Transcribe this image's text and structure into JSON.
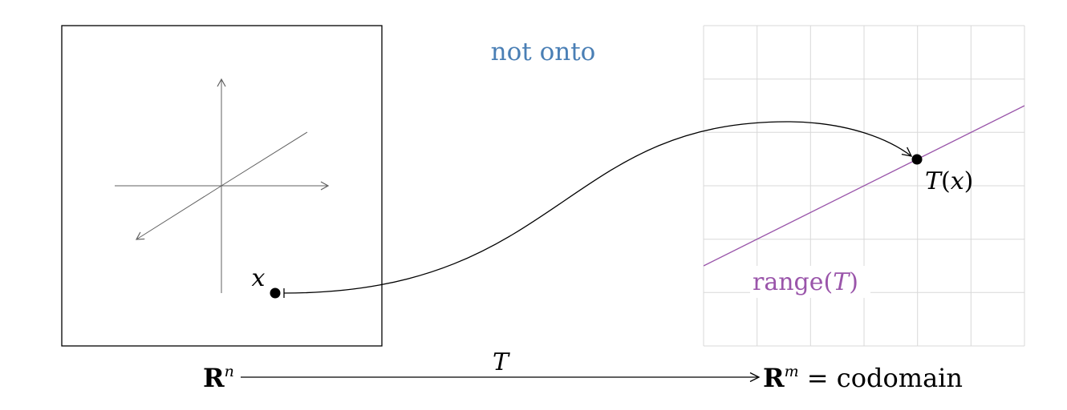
{
  "annotation": "not onto",
  "point_label": "x",
  "image_label_fn": "T",
  "image_label_arg": "x",
  "range_label_text": "range",
  "range_label_fn": "T",
  "map_label": "T",
  "domain_symbol": "R",
  "domain_exp": "n",
  "codomain_symbol": "R",
  "codomain_exp": "m",
  "codomain_word": "codomain",
  "colors": {
    "annotation": "#4a7fb5",
    "range": "#9a55aa",
    "grid": "#d8d8d8",
    "axes": "#606060",
    "ink": "#000000"
  }
}
